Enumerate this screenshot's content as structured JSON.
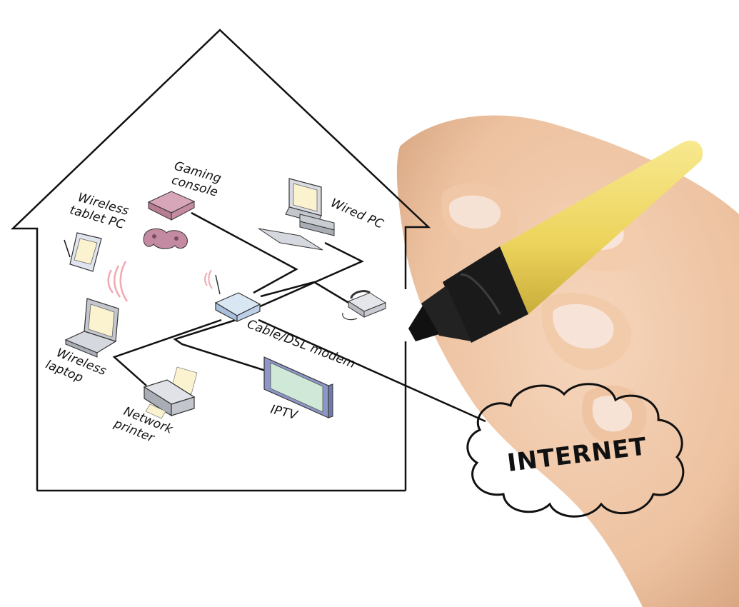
{
  "diagram": {
    "devices": {
      "gaming_console": "Gaming\nconsole",
      "wireless_tablet": "Wireless\ntablet PC",
      "wired_pc": "Wired PC",
      "wireless_laptop": "Wireless\nlaptop",
      "modem": "Cable/DSL modem",
      "network_printer": "Network\nprinter",
      "iptv": "IPTV"
    },
    "cloud": "INTERNET"
  },
  "colors": {
    "outline": "#111111",
    "modem_body": "#c9dcf0",
    "console_body": "#c98fa6",
    "screen": "#fbf2cf",
    "device_gray": "#b9bcc3",
    "wifi_waves": "#f1a9b2",
    "iptv_frame": "#8d97c7",
    "iptv_screen": "#cfe8d7",
    "skin": "#f0c9a8",
    "marker_yellow": "#f2dd6e",
    "marker_black": "#1a1a1a"
  },
  "icons": [
    "house-outline",
    "gaming-console-icon",
    "gamepad-icon",
    "tablet-icon",
    "laptop-icon",
    "desktop-pc-icon",
    "modem-icon",
    "telephone-icon",
    "printer-icon",
    "tv-icon",
    "cloud-icon",
    "hand-icon",
    "marker-icon"
  ]
}
